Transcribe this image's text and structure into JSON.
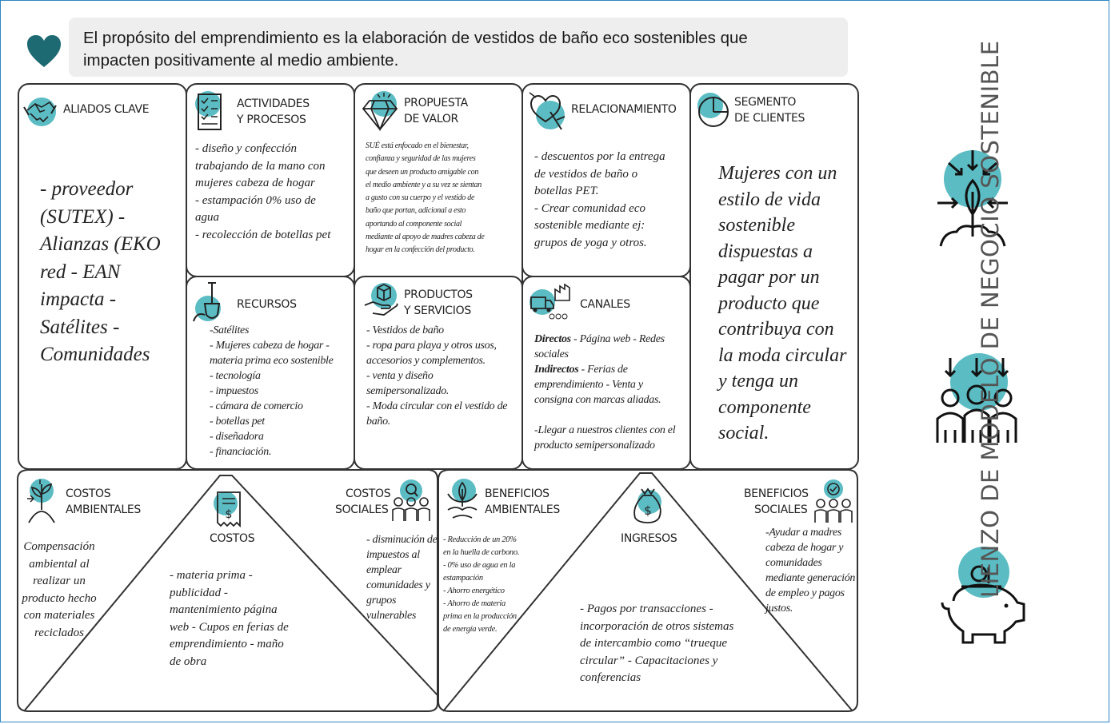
{
  "colors": {
    "teal": "#5bbcc3",
    "dark_teal": "#1e6a72",
    "border": "#333333",
    "purpose_bg": "#eeeeee",
    "title_gray": "#555555"
  },
  "purpose": {
    "icon": "heart-icon",
    "text": "El propósito del emprendimiento es la elaboración de vestidos de baño eco sostenibles que impacten positivamente al medio ambiente."
  },
  "side_title": "LIENZO DE MODELO DE NEGOCIO SOSTENIBLE",
  "side_icons": [
    "plant-arrows-icon",
    "people-arrows-icon",
    "piggy-bank-icon"
  ],
  "blocks": {
    "aliados": {
      "icon": "handshake-icon",
      "title": "ALIADOS CLAVE",
      "lines": [
        "- proveedor",
        "(SUTEX) -",
        "Alianzas (EKO",
        "red - EAN",
        "impacta -",
        "Satélites -",
        "Comunidades"
      ]
    },
    "actividades": {
      "icon": "checklist-icon",
      "title_1": "ACTIVIDADES",
      "title_2": "Y PROCESOS",
      "lines": [
        "- diseño y confección",
        "trabajando de la mano con",
        "mujeres cabeza de hogar",
        "- estampación 0% uso de",
        "agua",
        "- recolección de botellas pet"
      ]
    },
    "propuesta": {
      "icon": "diamond-icon",
      "title_1": "PROPUESTA",
      "title_2": "DE VALOR",
      "lines": [
        "SUÉ está enfocado en el bienestar,",
        "confianza y seguridad de las mujeres",
        "que deseen un producto amigable con",
        "el medio ambiente y a su vez se sientan",
        "a gusto con su cuerpo y el vestido de",
        "baño que portan, adicional a esto",
        "aportando al componente social",
        "mediante al apoyo de madres cabeza de",
        "hogar en la confección del producto."
      ]
    },
    "relacionamiento": {
      "icon": "heart-hand-icon",
      "title": "RELACIONAMIENTO",
      "lines": [
        "- descuentos por la entrega",
        "de vestidos de baño o",
        "botellas PET.",
        "- Crear comunidad eco",
        "sostenible mediante ej:",
        "grupos de yoga y otros."
      ]
    },
    "segmento": {
      "icon": "pie-chart-icon",
      "title_1": "SEGMENTO",
      "title_2": "DE CLIENTES",
      "lines": [
        "Mujeres con un",
        "estilo de vida",
        "sostenible",
        "dispuestas a",
        "pagar por un",
        "producto que",
        "contribuya con",
        "la moda circular",
        "y tenga un",
        "componente",
        "social."
      ]
    },
    "recursos": {
      "icon": "shovel-icon",
      "title": "RECURSOS",
      "lines": [
        "-Satélites",
        "- Mujeres cabeza de hogar -",
        "materia prima eco sostenible",
        "- tecnología",
        "- impuestos",
        "- cámara de comercio",
        "- botellas pet",
        "- diseñadora",
        "- financiación."
      ]
    },
    "productos": {
      "icon": "hand-box-icon",
      "title_1": "PRODUCTOS",
      "title_2": "Y SERVICIOS",
      "lines": [
        "- Vestidos de baño",
        "- ropa para playa y otros usos,",
        "accesorios y complementos.",
        "- venta y diseño",
        "semipersonalizado.",
        "- Moda circular con el vestido de",
        "baño."
      ]
    },
    "canales": {
      "icon": "truck-factory-icon",
      "title": "CANALES",
      "directos_label": "Directos",
      "directos_1": " - Página web - Redes",
      "directos_2": "sociales",
      "indirectos_label": "Indirectos",
      "indirectos_1": " - Ferias de",
      "indirectos_2": "emprendimiento - Venta y",
      "indirectos_3": "consigna con marcas aliadas.",
      "extra_1": "-Llegar a nuestros clientes con el",
      "extra_2": "producto semipersonalizado"
    },
    "costos_ambientales": {
      "icon": "sprout-arrows-icon",
      "title_1": "COSTOS",
      "title_2": "AMBIENTALES",
      "lines": [
        "Compensación",
        "ambiental al",
        "realizar un",
        "producto hecho",
        "con materiales",
        "reciclados"
      ]
    },
    "costos": {
      "icon": "receipt-icon",
      "title": "COSTOS",
      "lines": [
        "- materia prima -",
        "publicidad -",
        "mantenimiento página",
        "web - Cupos en ferias de",
        "emprendimiento - maño",
        "de obra"
      ]
    },
    "costos_sociales": {
      "icon": "people-search-icon",
      "title_1": "COSTOS",
      "title_2": "SOCIALES",
      "lines": [
        "- disminución de",
        "impuestos al",
        "emplear",
        "comunidades y",
        "grupos",
        "vulnerables"
      ]
    },
    "beneficios_ambientales": {
      "icon": "leaf-hand-icon",
      "title_1": "BENEFICIOS",
      "title_2": "AMBIENTALES",
      "lines": [
        "- Reducción de un 20%",
        "en la huella de carbono.",
        "- 0% uso de agua en la",
        "estampación",
        "- Ahorro energético",
        "- Ahorro de materia",
        "prima en la producción",
        "de energía verde."
      ]
    },
    "ingresos": {
      "icon": "money-bag-icon",
      "title": "INGRESOS",
      "lines": [
        "- Pagos por transacciones -",
        "incorporación de otros sistemas",
        "de intercambio como “trueque",
        "circular” - Capacitaciones y",
        "conferencias"
      ]
    },
    "beneficios_sociales": {
      "icon": "people-check-icon",
      "title_1": "BENEFICIOS",
      "title_2": "SOCIALES",
      "lines": [
        "-Ayudar a madres",
        "cabeza de hogar y",
        "comunidades",
        "mediante generación",
        "de empleo y pagos",
        "justos."
      ]
    }
  }
}
